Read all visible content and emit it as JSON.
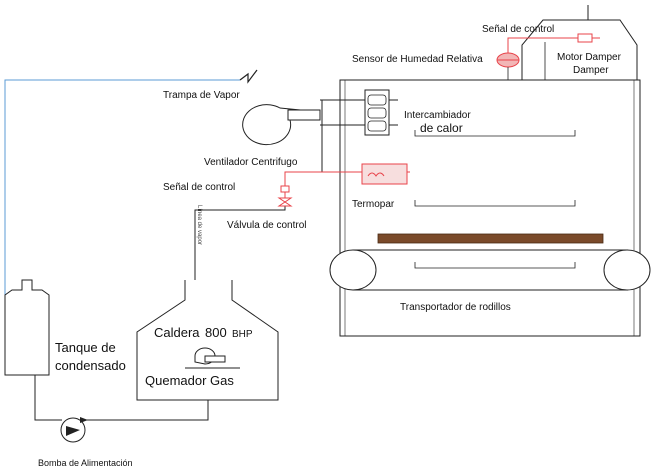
{
  "labels": {
    "senal_control_top": "Señal de control",
    "sensor_humedad": "Sensor de Humedad Relativa",
    "motor_damper": "Motor Damper",
    "damper": "Damper",
    "trampa_vapor": "Trampa de Vapor",
    "intercambiador_1": "Intercambiador",
    "intercambiador_2": "de calor",
    "ventilador": "Ventilador Centrifugo",
    "senal_control_left": "Señal de control",
    "valvula": "Válvula de control",
    "termopar": "Termopar",
    "transportador": "Transportador de rodillos",
    "caldera": "Caldera",
    "caldera_cap": "800",
    "caldera_unit": "BHP",
    "quemador": "Quemador Gas",
    "tanque_1": "Tanque de",
    "tanque_2": "condensado",
    "bomba": "Bomba de Alimentación",
    "vapor_vertical": "Línea de vapor"
  },
  "colors": {
    "line": "#222222",
    "control_signal": "#e8434a",
    "condensate_line": "#5b9bd5",
    "conveyor_product": "#7a4a2a",
    "sensor_fill": "#f2b6b6"
  }
}
